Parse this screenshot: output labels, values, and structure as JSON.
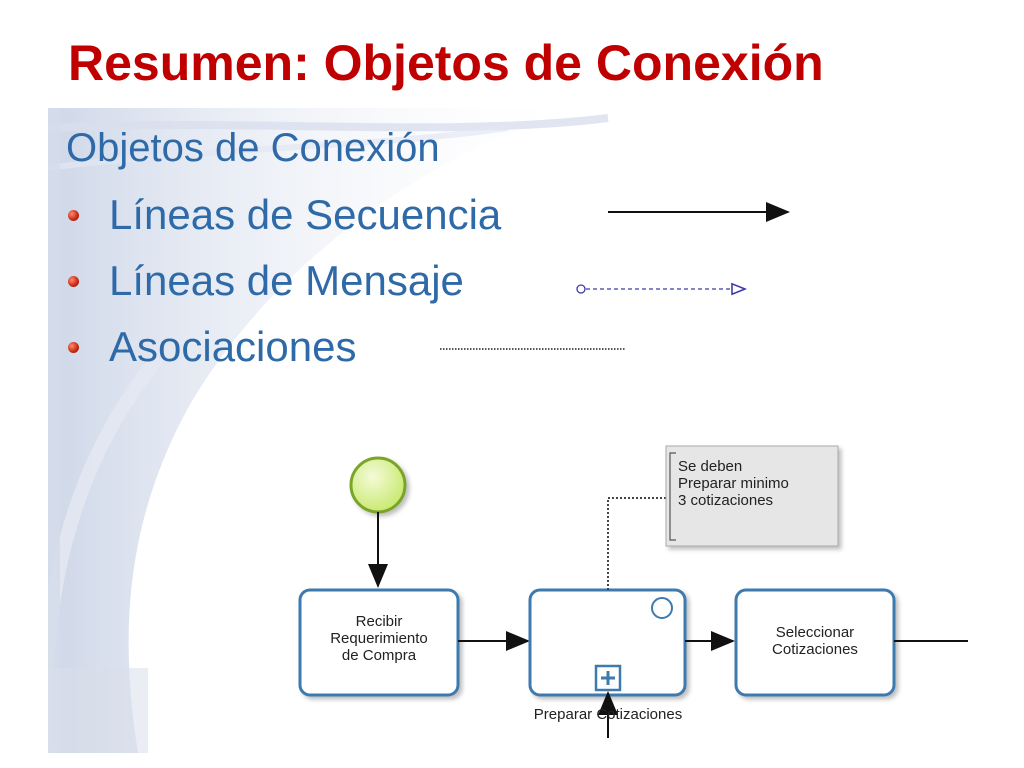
{
  "title": "Resumen: Objetos de Conexión",
  "subtitle": "Objetos de Conexión",
  "items": [
    {
      "label": "Líneas de Secuencia",
      "icon": "solid-arrow-icon"
    },
    {
      "label": "Líneas de Mensaje",
      "icon": "dashed-message-arrow-icon"
    },
    {
      "label": "Asociaciones",
      "icon": "dotted-association-line-icon"
    }
  ],
  "diagram": {
    "tasks": [
      {
        "lines": [
          "Recibir",
          "Requerimiento",
          "de Compra"
        ]
      },
      {
        "lines": []
      },
      {
        "lines": [
          "Seleccionar",
          "Cotizaciones"
        ]
      }
    ],
    "subprocess_label": "Preparar Cotizaciones",
    "annotation": [
      "Se deben",
      "Preparar minimo",
      "3 cotizaciones"
    ]
  },
  "colors": {
    "title": "#c00000",
    "text": "#2f6aa8",
    "bullet": "#c8260e",
    "task_border": "#3d7ab0",
    "start_event": "#c6e86a"
  }
}
